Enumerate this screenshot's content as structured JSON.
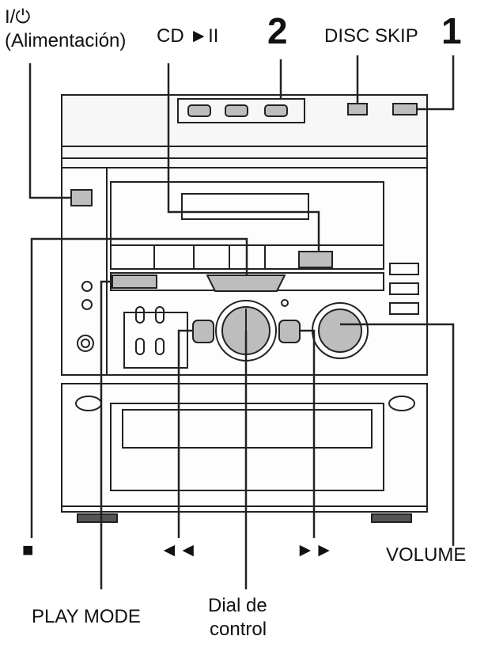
{
  "labels": {
    "power_symbol": "I/⏻",
    "power_name": "(Alimentación)",
    "cd_play_pause": "CD ►II",
    "callout_2": "2",
    "disc_skip": "DISC SKIP",
    "callout_1": "1",
    "stop_symbol": "■",
    "rewind_symbol": "◄◄",
    "forward_symbol": "►►",
    "volume": "VOLUME",
    "play_mode": "PLAY MODE",
    "dial_line1": "Dial de",
    "dial_line2": "control"
  },
  "colors": {
    "line": "#222222",
    "highlight": "#bdbdbd",
    "panel": "#f2f2f2",
    "dark": "#555555"
  }
}
